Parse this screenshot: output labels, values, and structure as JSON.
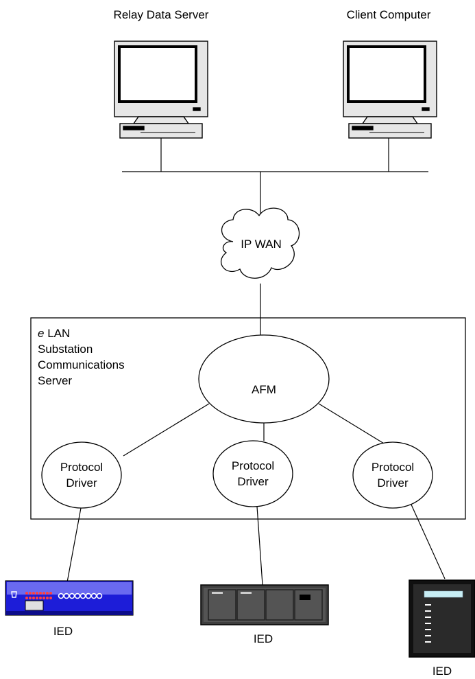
{
  "computers": {
    "relay_server": {
      "label": "Relay Data Server"
    },
    "client": {
      "label": "Client Computer"
    }
  },
  "network": {
    "wan_label": "IP WAN"
  },
  "substation": {
    "title_lines": [
      "eLAN",
      "Substation",
      "Communications",
      "Server"
    ],
    "afm_label": "AFM",
    "drivers": [
      {
        "line1": "Protocol",
        "line2": "Driver"
      },
      {
        "line1": "Protocol",
        "line2": "Driver"
      },
      {
        "line1": "Protocol",
        "line2": "Driver"
      }
    ]
  },
  "ieds": [
    {
      "label": "IED"
    },
    {
      "label": "IED"
    },
    {
      "label": "IED"
    }
  ]
}
